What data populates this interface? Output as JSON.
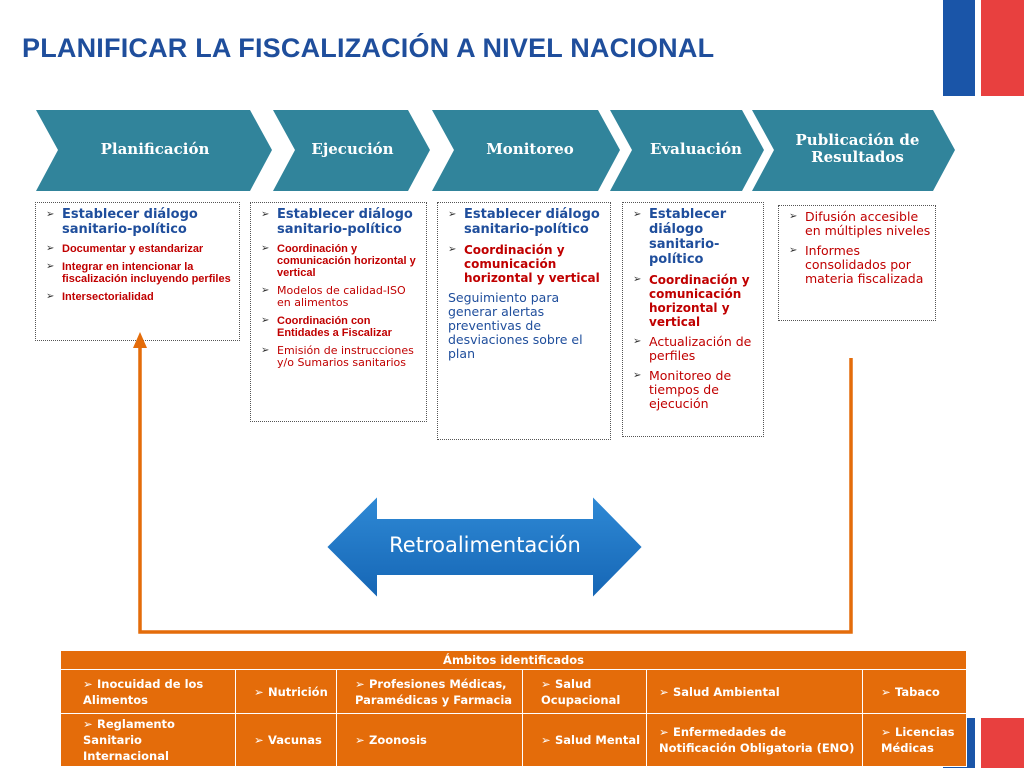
{
  "title": "PLANIFICAR LA FISCALIZACIÓN A NIVEL NACIONAL",
  "colors": {
    "title": "#1f4e9c",
    "chevron": "#31849b",
    "accent_orange": "#e46c0a",
    "arrow_blue": "#1f78c8",
    "flag_blue": "#1a55a8",
    "flag_red": "#e8403f"
  },
  "stages": [
    {
      "label": "Planificación"
    },
    {
      "label": "Ejecución"
    },
    {
      "label": "Monitoreo"
    },
    {
      "label": "Evaluación"
    },
    {
      "label": "Publicación de Resultados"
    }
  ],
  "boxes": {
    "planificacion": [
      "Establecer diálogo sanitario-político",
      "Documentar y estandarizar",
      "Integrar en intencionar la fiscalización incluyendo perfiles",
      "Intersectorialidad"
    ],
    "ejecucion": [
      "Establecer diálogo sanitario-político",
      "Coordinación y comunicación horizontal y vertical",
      "Modelos de calidad-ISO en alimentos",
      "Coordinación con Entidades a Fiscalizar",
      "Emisión de instrucciones y/o Sumarios sanitarios"
    ],
    "monitoreo": [
      "Establecer diálogo sanitario-político",
      "Coordinación y comunicación horizontal y vertical"
    ],
    "monitoreo_text": "Seguimiento para generar alertas preventivas de desviaciones sobre el plan",
    "evaluacion": [
      "Establecer diálogo sanitario-político",
      "Coordinación y comunicación horizontal y vertical",
      "Actualización de perfiles",
      "Monitoreo de tiempos de ejecución"
    ],
    "publicacion": [
      "Difusión accesible en múltiples niveles",
      "Informes consolidados por materia fiscalizada"
    ]
  },
  "feedback": "Retroalimentación",
  "ambitos": {
    "header": "Ámbitos identificados",
    "row1": [
      "Inocuidad de los Alimentos",
      "Nutrición",
      "Profesiones Médicas, Paramédicas y Farmacia",
      "Salud Ocupacional",
      "Salud Ambiental",
      "Tabaco"
    ],
    "row2": [
      "Reglamento Sanitario Internacional",
      "Vacunas",
      "Zoonosis",
      "Salud Mental",
      "Enfermedades de Notificación Obligatoria (ENO)",
      "Licencias Médicas"
    ]
  }
}
